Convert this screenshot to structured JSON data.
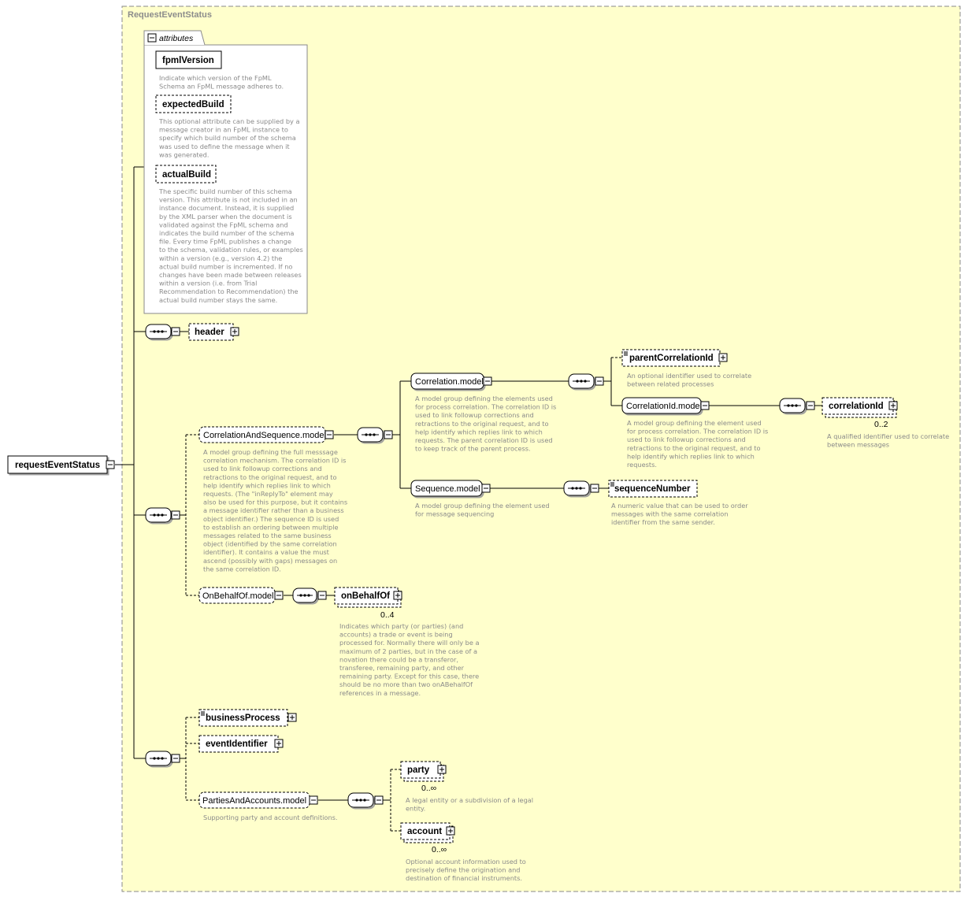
{
  "title": "RequestEventStatus",
  "root": {
    "label": "requestEventStatus"
  },
  "attributes": {
    "header": "attributes",
    "items": [
      {
        "name": "fpmlVersion",
        "doc": [
          "Indicate which version of the FpML",
          "Schema an FpML message adheres to."
        ]
      },
      {
        "name": "expectedBuild",
        "doc": [
          "This optional attribute can be supplied by a",
          "message creator in an FpML instance to",
          "specify which build number of the schema",
          "was used to define the message when it",
          "was generated."
        ]
      },
      {
        "name": "actualBuild",
        "doc": [
          "The specific build number of this schema",
          "version. This attribute is not included in an",
          "instance document. Instead, it is supplied",
          "by the XML parser when the document is",
          "validated against the FpML schema and",
          "indicates the build number of the schema",
          "file. Every time FpML publishes a change",
          "to the schema, validation rules, or examples",
          "within a version (e.g., version 4.2) the",
          "actual build number is incremented. If no",
          "changes have been made between releases",
          "within a version (i.e. from Trial",
          "Recommendation to Recommendation) the",
          "actual build number stays the same."
        ]
      }
    ]
  },
  "elements": {
    "header": {
      "label": "header"
    },
    "correlationAndSequence": {
      "label": "CorrelationAndSequence.model",
      "doc": [
        "A model group defining the full messsage",
        "correlation mechanism. The correlation ID is",
        "used to link followup corrections and",
        "retractions to the original request, and to",
        "help identify which replies link to which",
        "requests. (The \"inReplyTo\" element may",
        "also be used for this purpose, but it contains",
        "a message identifier rather than a business",
        "object identifier.) The sequence ID is used",
        "to establish an ordering between multiple",
        "messages related to the same business",
        "object (identified by the same correlation",
        "identifier). It contains a value the must",
        "ascend (possibly with gaps) messages on",
        "the same correlation ID."
      ]
    },
    "correlationModel": {
      "label": "Correlation.model",
      "doc": [
        "A model group defining the elements used",
        "for process correlation. The correlation ID is",
        "used to link followup corrections and",
        "retractions to the original request, and to",
        "help identify which replies link to which",
        "requests. The parent correlation ID is used",
        "to keep track of the parent process."
      ]
    },
    "parentCorrelationId": {
      "label": "parentCorrelationId",
      "doc": [
        "An optional identifier used to correlate",
        "between related processes"
      ]
    },
    "correlationIdModel": {
      "label": "CorrelationId.model",
      "doc": [
        "A model group defining the element used",
        "for process correlation. The correlation ID is",
        "used to link followup corrections and",
        "retractions to the original request, and to",
        "help identify which replies link to which",
        "requests."
      ]
    },
    "correlationId": {
      "label": "correlationId",
      "card": "0..2",
      "doc": [
        "A qualified identifier used to correlate",
        "between messages"
      ]
    },
    "sequenceModel": {
      "label": "Sequence.model",
      "doc": [
        "A model group defining the element used",
        "for message sequencing"
      ]
    },
    "sequenceNumber": {
      "label": "sequenceNumber",
      "doc": [
        "A numeric value that can be used to order",
        "messages with the same correlation",
        "identifier from the same sender."
      ]
    },
    "onBehalfOfModel": {
      "label": "OnBehalfOf.model"
    },
    "onBehalfOf": {
      "label": "onBehalfOf",
      "card": "0..4",
      "doc": [
        "Indicates which party (or parties) (and",
        "accounts) a trade or event is being",
        "processed for. Normally there will only be a",
        "maximum of 2 parties, but in the case of a",
        "novation there could be a transferor,",
        "transferee, remaining party, and other",
        "remaining party. Except for this case, there",
        "should be no more than two onABehalfOf",
        "references in a message."
      ]
    },
    "businessProcess": {
      "label": "businessProcess"
    },
    "eventIdentifier": {
      "label": "eventIdentifier"
    },
    "partiesAndAccounts": {
      "label": "PartiesAndAccounts.model",
      "doc": [
        "Supporting party and account definitions."
      ]
    },
    "party": {
      "label": "party",
      "card": "0..∞",
      "doc": [
        "A legal entity or a subdivision of a legal",
        "entity."
      ]
    },
    "account": {
      "label": "account",
      "card": "0..∞",
      "doc": [
        "Optional account information used to",
        "precisely define the origination and",
        "destination of financial instruments."
      ]
    }
  },
  "colors": {
    "background": "#ffffcc",
    "border": "#8a8a8a",
    "line": "#000000",
    "doc_text": "#8a8a8a"
  }
}
